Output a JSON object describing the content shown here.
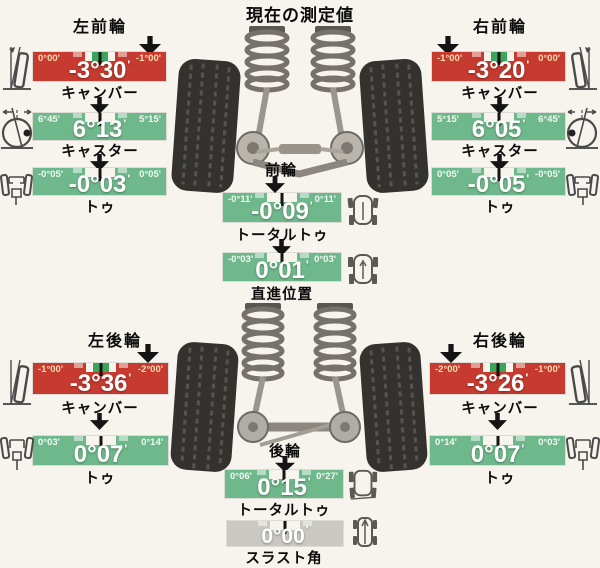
{
  "title": "現在の測定値",
  "colors": {
    "bg": "#f7f4ee",
    "panel_red": "#c63a2f",
    "panel_green": "#6fb88b",
    "panel_gray": "#c9c8c3",
    "target_green": "#3da45c",
    "range_red_text": "#ffddb4",
    "range_green_text": "#f0faf3",
    "value_text": "#ffffff"
  },
  "front_left": {
    "label": "左前輪",
    "rows": [
      {
        "label": "キャンバー",
        "value": "-3°30",
        "tick": "'",
        "range_left": "0°00'",
        "range_right": "-1°00'",
        "status": "red"
      },
      {
        "label": "キャスター",
        "value": "6°13",
        "tick": "'",
        "range_left": "6°45'",
        "range_right": "5°15'",
        "status": "green"
      },
      {
        "label": "トゥ",
        "value": "-0°03",
        "tick": "'",
        "range_left": "-0°05'",
        "range_right": "0°05'",
        "status": "green"
      }
    ]
  },
  "front_right": {
    "label": "右前輪",
    "rows": [
      {
        "label": "キャンバー",
        "value": "-3°20",
        "tick": "'",
        "range_left": "-1°00'",
        "range_right": "0°00'",
        "status": "red"
      },
      {
        "label": "キャスター",
        "value": "6°05",
        "tick": "'",
        "range_left": "5°15'",
        "range_right": "6°45'",
        "status": "green"
      },
      {
        "label": "トゥ",
        "value": "-0°05",
        "tick": "'",
        "range_left": "0°05'",
        "range_right": "-0°05'",
        "status": "green"
      }
    ]
  },
  "front_center": {
    "label": "前輪",
    "rows": [
      {
        "label": "トータルトゥ",
        "value": "-0°09",
        "tick": "'",
        "range_left": "-0°11'",
        "range_right": "0°11'",
        "status": "green"
      },
      {
        "label": "直進位置",
        "value": "0°01",
        "tick": "'",
        "range_left": "-0°03'",
        "range_right": "0°03'",
        "status": "green"
      }
    ]
  },
  "rear_left": {
    "label": "左後輪",
    "rows": [
      {
        "label": "キャンバー",
        "value": "-3°36",
        "tick": "'",
        "range_left": "-1°00'",
        "range_right": "-2°00'",
        "status": "red"
      },
      {
        "label": "トゥ",
        "value": "0°07",
        "tick": "'",
        "range_left": "0°03'",
        "range_right": "0°14'",
        "status": "green"
      }
    ]
  },
  "rear_right": {
    "label": "右後輪",
    "rows": [
      {
        "label": "キャンバー",
        "value": "-3°26",
        "tick": "'",
        "range_left": "-2°00'",
        "range_right": "-1°00'",
        "status": "red"
      },
      {
        "label": "トゥ",
        "value": "0°07",
        "tick": "'",
        "range_left": "0°14'",
        "range_right": "0°03'",
        "status": "green"
      }
    ]
  },
  "rear_center": {
    "label": "後輪",
    "rows": [
      {
        "label": "トータルトゥ",
        "value": "0°15",
        "tick": "'",
        "range_left": "0°06'",
        "range_right": "0°27'",
        "status": "green"
      },
      {
        "label": "スラスト角",
        "value": "0°00",
        "tick": "'",
        "range_left": "",
        "range_right": "",
        "status": "gray"
      }
    ]
  },
  "icons": {
    "camber": "tilted-wheel-icon",
    "caster": "wheel-axis-icon",
    "toe": "chassis-front-icon",
    "total_toe": "chassis-top-icon",
    "thrust": "chassis-top-icon",
    "arrow": "down-arrow-icon"
  }
}
